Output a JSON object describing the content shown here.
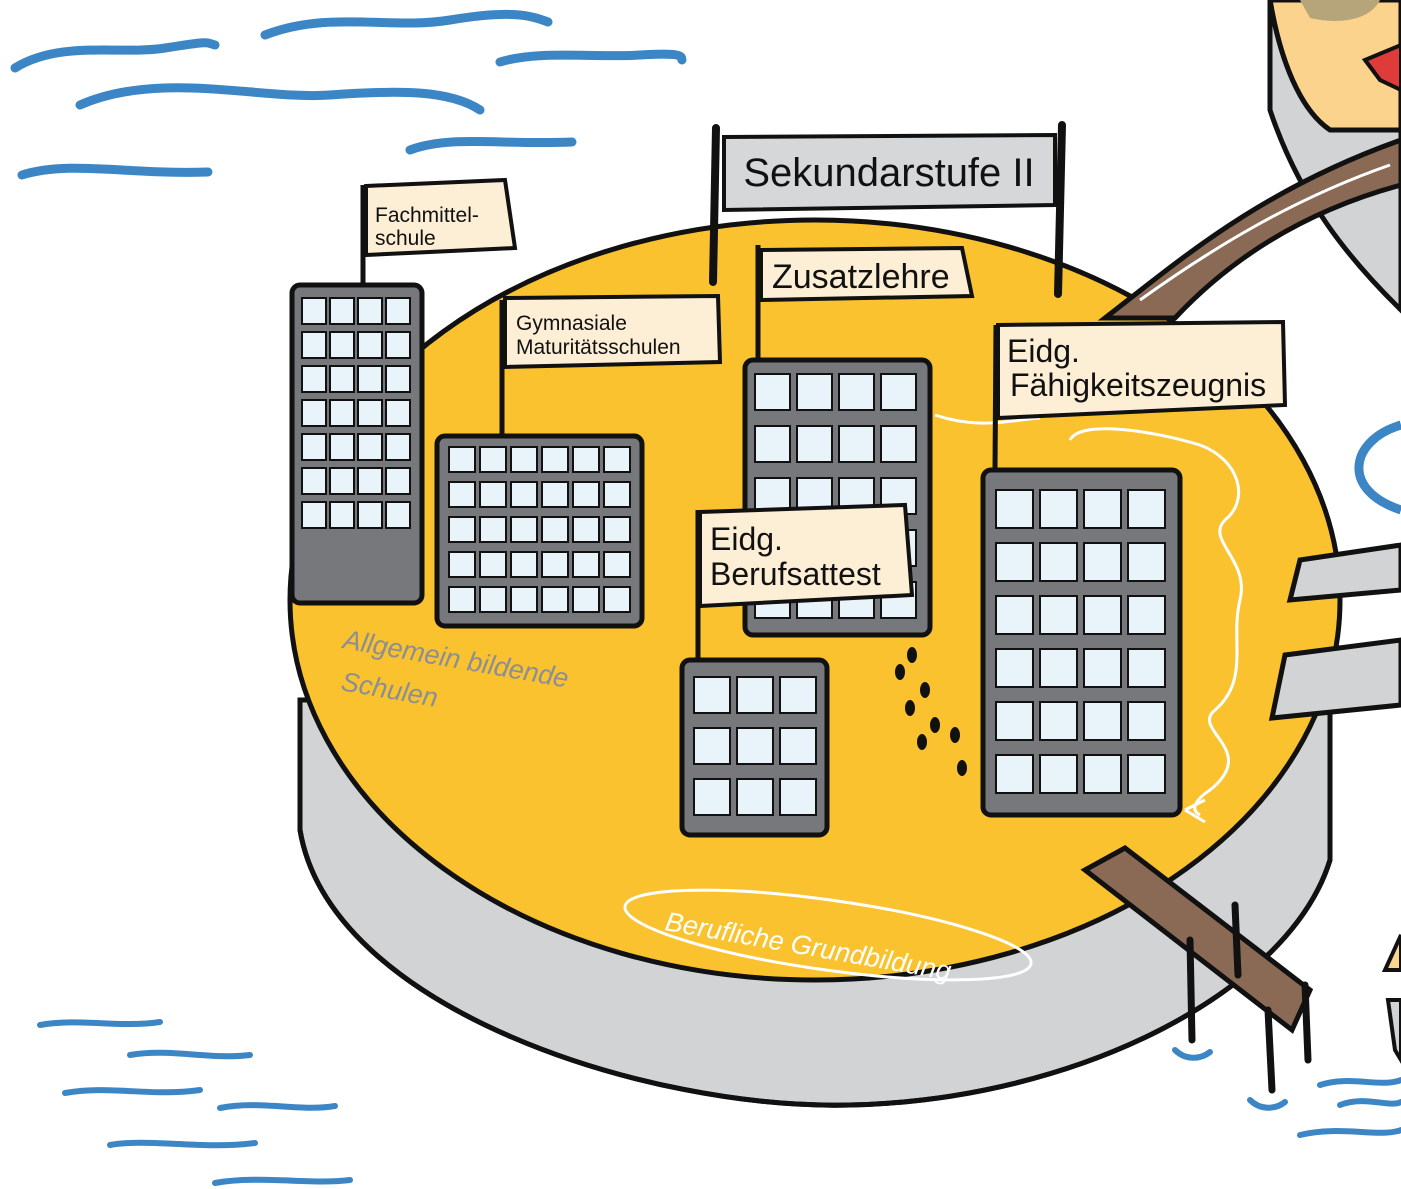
{
  "labels": {
    "sekundarstufe": "Sekundarstufe II",
    "fachmittelschule_line1": "Fachmittel-",
    "fachmittelschule_line2": "schule",
    "gymnasiale_line1": "Gymnasiale",
    "gymnasiale_line2": "Maturitätsschulen",
    "zusatzlehre": "Zusatzlehre",
    "efz_line1": "Eidg.",
    "efz_line2": "Fähigkeitszeugnis",
    "eba_line1": "Eidg.",
    "eba_line2": "Berufsattest",
    "allgemein_line1": "Allgemein bildende",
    "allgemein_line2": "Schulen",
    "grundbildung": "Berufliche Grundbildung"
  },
  "colors": {
    "island": "#f9c22e",
    "island_base": "#d2d3d4",
    "water": "#3d86c6",
    "building": "#77787b",
    "window": "#e8f4fa",
    "flag": "#fdeed6",
    "sign": "#d6d7d8",
    "wood": "#8b6a55"
  }
}
